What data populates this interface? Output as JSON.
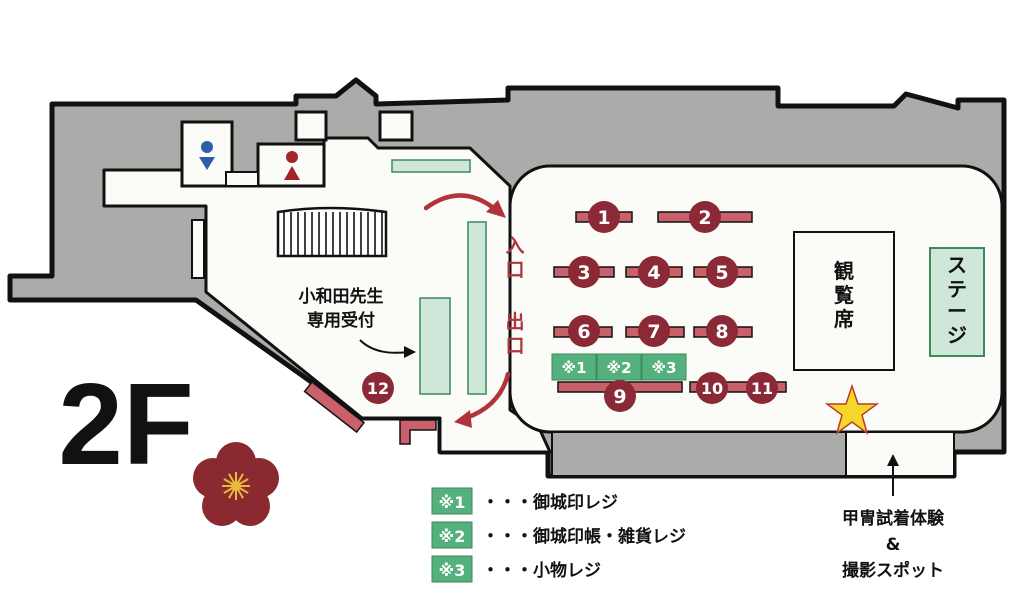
{
  "floor": {
    "label": "2F"
  },
  "colors": {
    "booth": "#8b2a36",
    "table": "#c9606a",
    "register_fill": "#54b07c",
    "panel_fill": "#cfe7d8",
    "panel_stroke": "#3a8a5a",
    "wall": "#a9aca8",
    "outline": "#111111",
    "floor": "#fbfbf8",
    "arrow": "#b1333c",
    "star": "#f7d62b",
    "plum": "#8a2a30",
    "stamen": "#e8b93a",
    "wc_male": "#2b5fa8",
    "wc_female": "#a3242b"
  },
  "icons": {
    "male_restroom": "male-restroom-icon",
    "female_restroom": "female-restroom-icon",
    "flower": "plum-blossom-icon",
    "star": "star-icon"
  },
  "labels": {
    "entrance": "入口",
    "exit": "出口",
    "seating": "観覧席",
    "stage": "ステージ",
    "reception": [
      "小和田先生",
      "専用受付"
    ],
    "armor": [
      "甲冑試着体験",
      "&",
      "撮影スポット"
    ]
  },
  "booths": [
    {
      "num": "1"
    },
    {
      "num": "2"
    },
    {
      "num": "3"
    },
    {
      "num": "4"
    },
    {
      "num": "5"
    },
    {
      "num": "6"
    },
    {
      "num": "7"
    },
    {
      "num": "8"
    },
    {
      "num": "9"
    },
    {
      "num": "10"
    },
    {
      "num": "11"
    },
    {
      "num": "12"
    }
  ],
  "registers": [
    {
      "tag": "※1"
    },
    {
      "tag": "※2"
    },
    {
      "tag": "※3"
    }
  ],
  "legend": [
    {
      "tag": "※1",
      "text": "・・・御城印レジ"
    },
    {
      "tag": "※2",
      "text": "・・・御城印帳・雑貨レジ"
    },
    {
      "tag": "※3",
      "text": "・・・小物レジ"
    }
  ]
}
